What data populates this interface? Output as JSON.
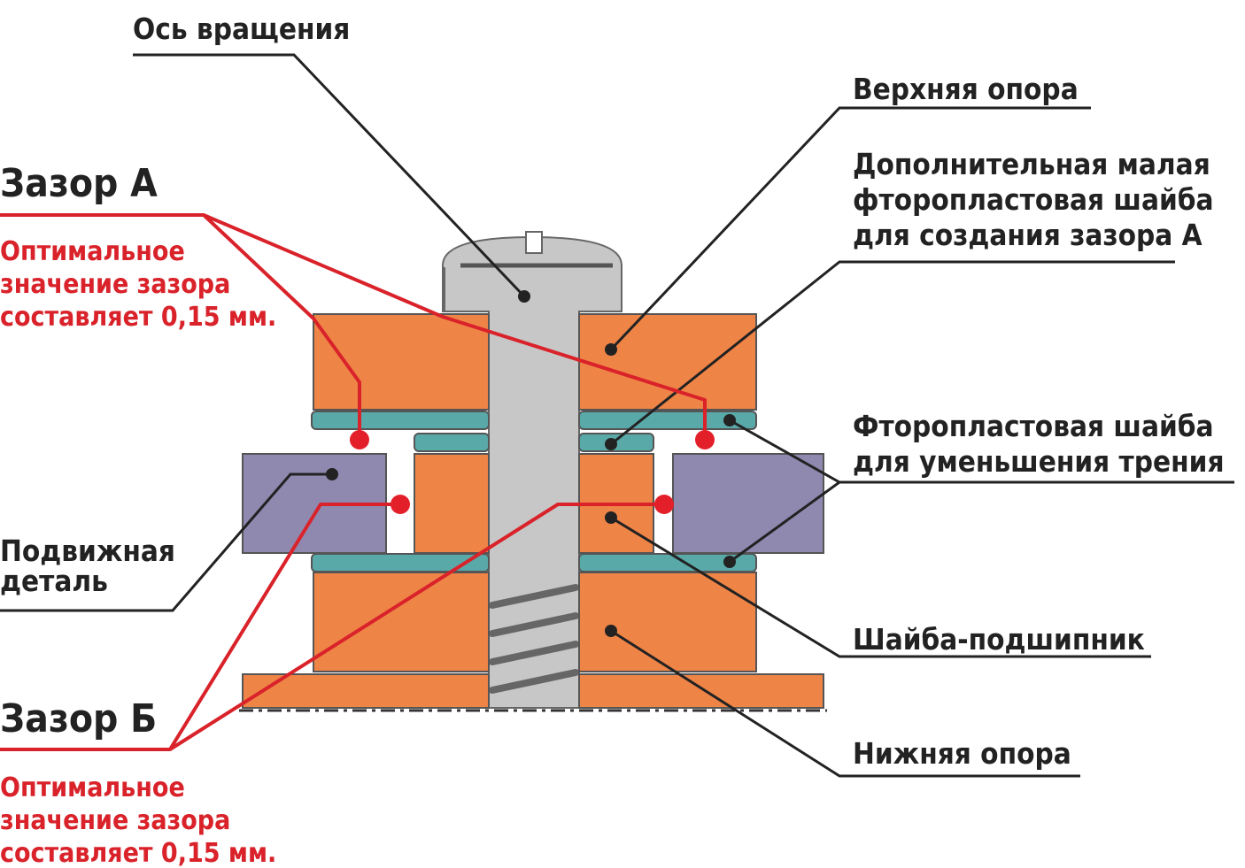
{
  "labels": {
    "axis": "Ось вращения",
    "upper_support": "Верхняя опора",
    "extra_washer": [
      "Дополнительная малая",
      "фторопластовая шайба",
      "для создания зазора А"
    ],
    "friction_washer": [
      "Фторопластовая шайба",
      "для уменьшения трения"
    ],
    "bearing_washer": "Шайба-подшипник",
    "lower_support": "Нижняя опора",
    "moving_part": [
      "Подвижная",
      "деталь"
    ],
    "gap_a": "Зазор А",
    "gap_a_note": [
      "Оптимальное",
      "значение зазора",
      "составляет 0,15 мм."
    ],
    "gap_b": "Зазор Б",
    "gap_b_note": [
      "Оптимальное",
      "значение зазора",
      "составляет 0,15 мм."
    ]
  },
  "colors": {
    "support": "#ef8447",
    "washer": "#5aa9a9",
    "moving": "#8f89b0",
    "axis": "#c7c7c7",
    "outline": "#555555",
    "leader": "#222222",
    "gap": "#d9222a"
  }
}
